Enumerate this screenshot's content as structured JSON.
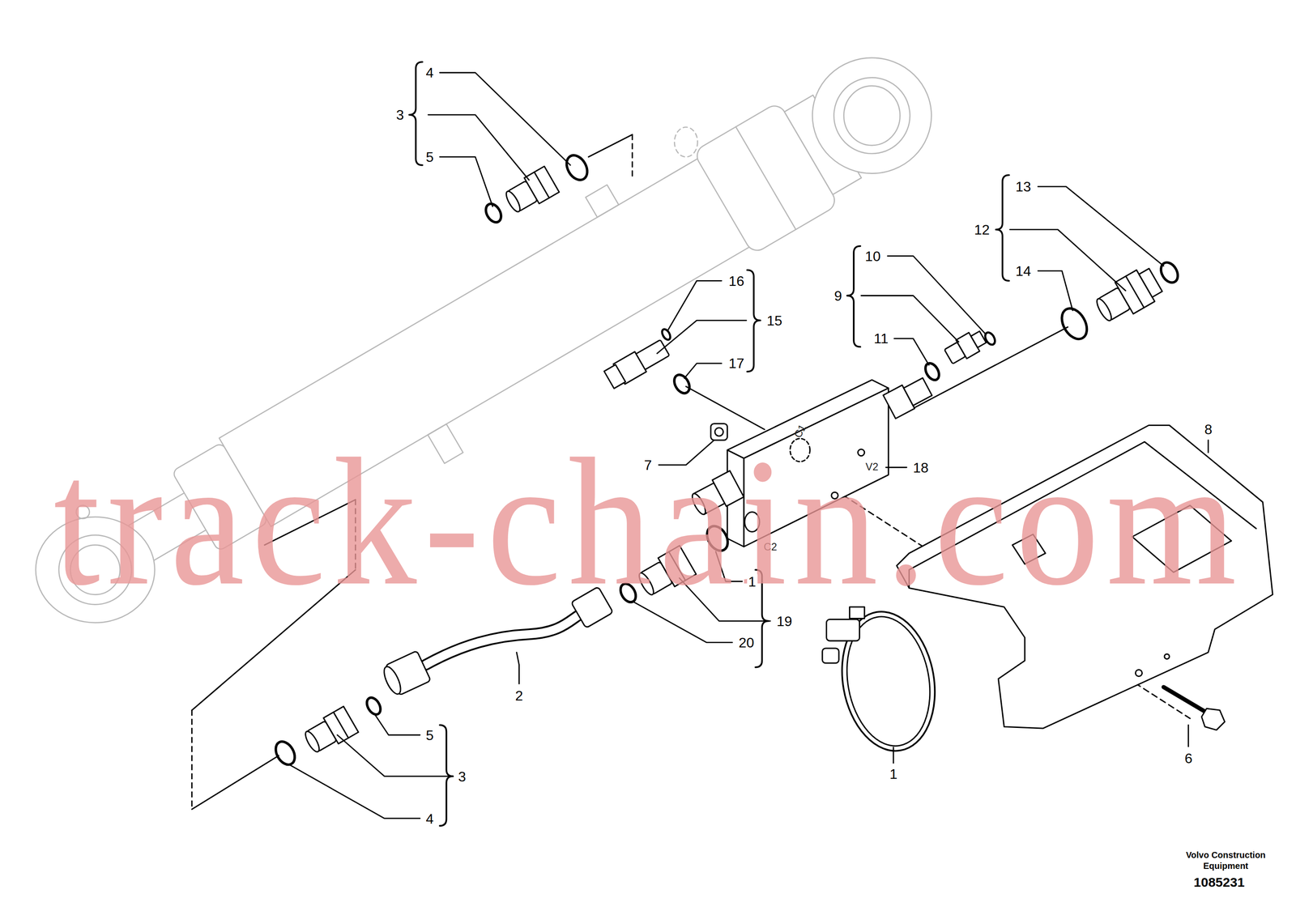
{
  "diagram": {
    "labels": [
      "4",
      "3",
      "5",
      "13",
      "12",
      "10",
      "14",
      "16",
      "9",
      "15",
      "11",
      "17",
      "8",
      "C1",
      "7",
      "V2",
      "18",
      "C2",
      "track-chain.com",
      "1",
      "19",
      "20",
      "2",
      "5",
      "6",
      "1",
      "3",
      "4",
      "Volvo Construction Equipment",
      "1085231"
    ]
  }
}
